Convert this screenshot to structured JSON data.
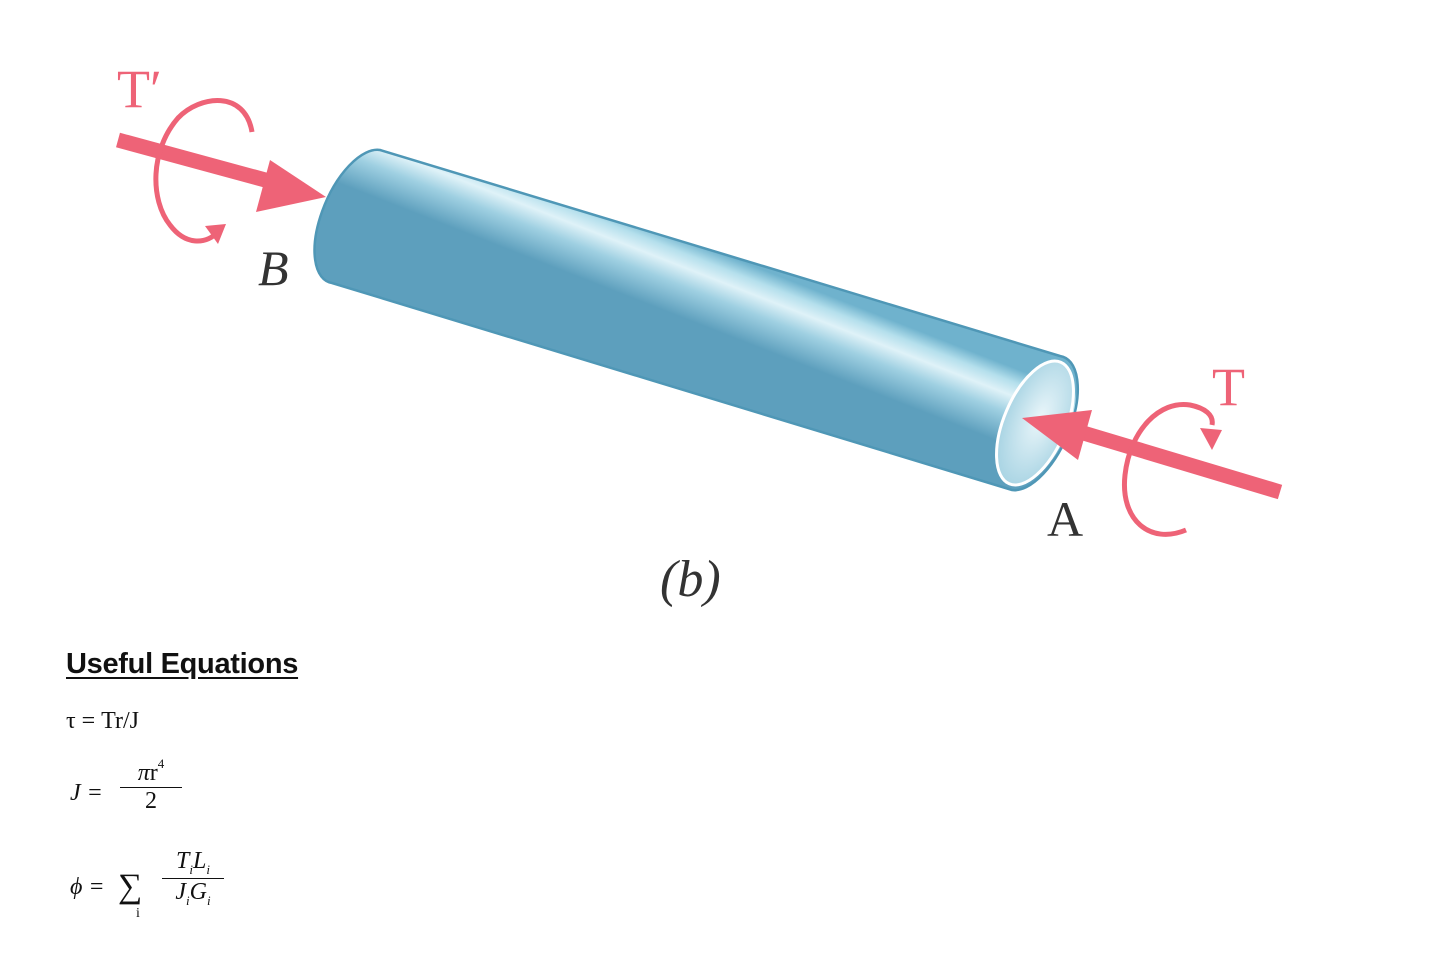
{
  "figure": {
    "label_b": "B",
    "label_a": "A",
    "torque_left": "T′",
    "torque_right": "T",
    "caption": "(b)",
    "colors": {
      "shaft": "#9ccfe0",
      "shaft_edge": "#4f97b6",
      "arrow": "#ee6377"
    }
  },
  "equations": {
    "heading": "Useful Equations",
    "eq1": "τ = Tr/J",
    "eq2": {
      "lhs": "J =",
      "num_pi": "π",
      "num_r": "r",
      "num_exp": "4",
      "den": "2"
    },
    "eq3": {
      "lhs": "ϕ =",
      "sum": "∑",
      "sum_index": "i",
      "num_t": "T",
      "num_t_sub": "i",
      "num_l": "L",
      "num_l_sub": "i",
      "den_j": "J",
      "den_j_sub": "i",
      "den_g": "G",
      "den_g_sub": "i"
    }
  }
}
